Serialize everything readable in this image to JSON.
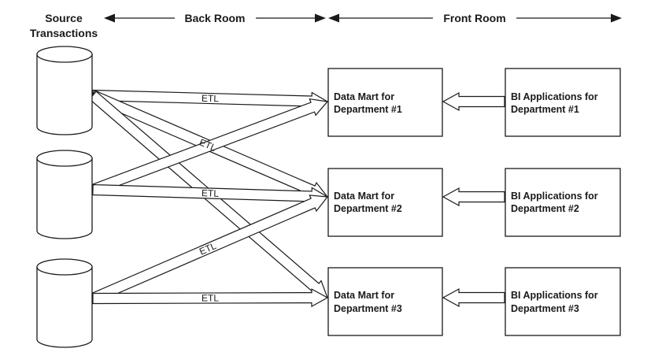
{
  "headers": {
    "source": [
      "Source",
      "Transactions"
    ],
    "back_room": "Back Room",
    "front_room": "Front Room"
  },
  "etl_label": "ETL",
  "data_marts": [
    {
      "line1": "Data Mart for",
      "line2": "Department #1"
    },
    {
      "line1": "Data Mart for",
      "line2": "Department #2"
    },
    {
      "line1": "Data Mart for",
      "line2": "Department #3"
    }
  ],
  "bi_apps": [
    {
      "line1": "BI Applications for",
      "line2": "Department #1"
    },
    {
      "line1": "BI Applications for",
      "line2": "Department #2"
    },
    {
      "line1": "BI Applications for",
      "line2": "Department #3"
    }
  ],
  "source_count": 3,
  "etl_flows": [
    {
      "source": 1,
      "target": 1,
      "labeled": true
    },
    {
      "source": 1,
      "target": 2,
      "labeled": true
    },
    {
      "source": 1,
      "target": 3,
      "labeled": false
    },
    {
      "source": 2,
      "target": 1,
      "labeled": false
    },
    {
      "source": 2,
      "target": 2,
      "labeled": true
    },
    {
      "source": 3,
      "target": 2,
      "labeled": true
    },
    {
      "source": 3,
      "target": 3,
      "labeled": true
    }
  ]
}
